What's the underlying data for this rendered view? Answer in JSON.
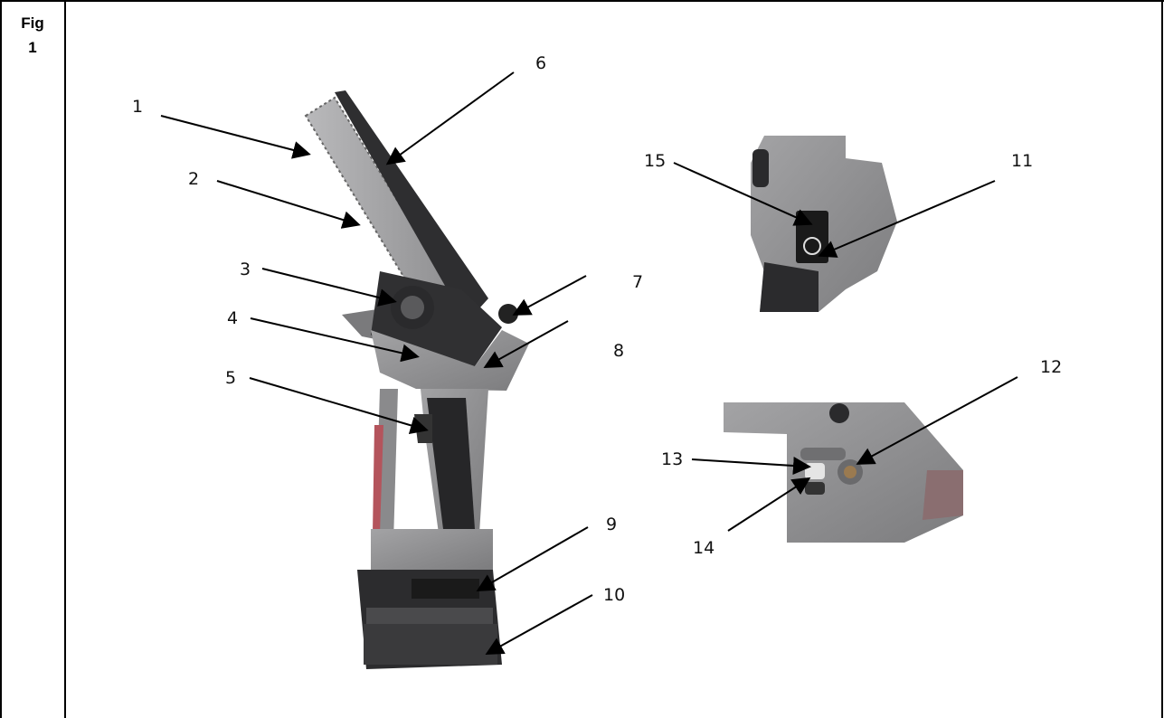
{
  "figure": {
    "label_line1": "Fig",
    "label_line2": "1",
    "callouts": [
      "1",
      "2",
      "3",
      "4",
      "5",
      "6",
      "7",
      "8",
      "9",
      "10",
      "11",
      "12",
      "13",
      "14",
      "15"
    ]
  },
  "colors": {
    "border": "#000000",
    "tool_body": "#8e8e90",
    "tool_dark": "#2b2b2d",
    "accent": "#b4545c"
  }
}
